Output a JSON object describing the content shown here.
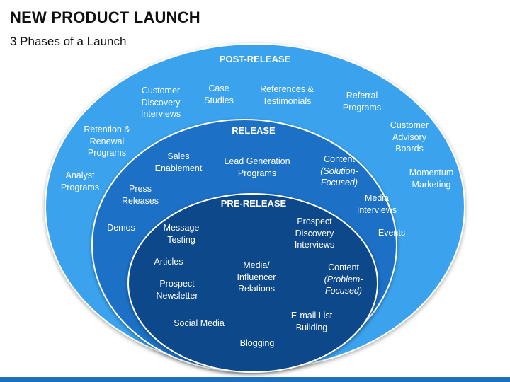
{
  "title": "NEW PRODUCT LAUNCH",
  "subtitle": "3 Phases of a Launch",
  "colors": {
    "outer": "#3aa3ee",
    "middle": "#1a70c6",
    "inner": "#0c4a8a",
    "stroke": "#ffffff",
    "bottom_bar": "#1f6fbf"
  },
  "phases": {
    "post_release": {
      "title": "POST-RELEASE",
      "items": [
        [
          "Customer",
          "Discovery",
          "Interviews"
        ],
        [
          "Case",
          "Studies"
        ],
        [
          "References &",
          "Testimonials"
        ],
        [
          "Referral",
          "Programs"
        ],
        [
          "Retention &",
          "Renewal",
          "Programs"
        ],
        [
          "Customer",
          "Advisory",
          "Boards"
        ],
        [
          "Analyst",
          "Programs"
        ],
        [
          "Momentum",
          "Marketing"
        ]
      ]
    },
    "release": {
      "title": "RELEASE",
      "items": [
        [
          "Sales",
          "Enablement"
        ],
        [
          "Lead Generation",
          "Programs"
        ],
        [
          "Content",
          "(Solution-",
          "Focused)"
        ],
        [
          "Press",
          "Releases"
        ],
        [
          "Media",
          "Interviews"
        ],
        [
          "Demos"
        ],
        [
          "Events"
        ]
      ]
    },
    "pre_release": {
      "title": "PRE-RELEASE",
      "items": [
        [
          "Message",
          "Testing"
        ],
        [
          "Prospect",
          "Discovery",
          "Interviews"
        ],
        [
          "Articles"
        ],
        [
          "Media/",
          "Influencer",
          "Relations"
        ],
        [
          "Content",
          "(Problem-",
          "Focused)"
        ],
        [
          "Prospect",
          "Newsletter"
        ],
        [
          "Social Media"
        ],
        [
          "E-mail List",
          "Building"
        ],
        [
          "Blogging"
        ]
      ]
    }
  }
}
